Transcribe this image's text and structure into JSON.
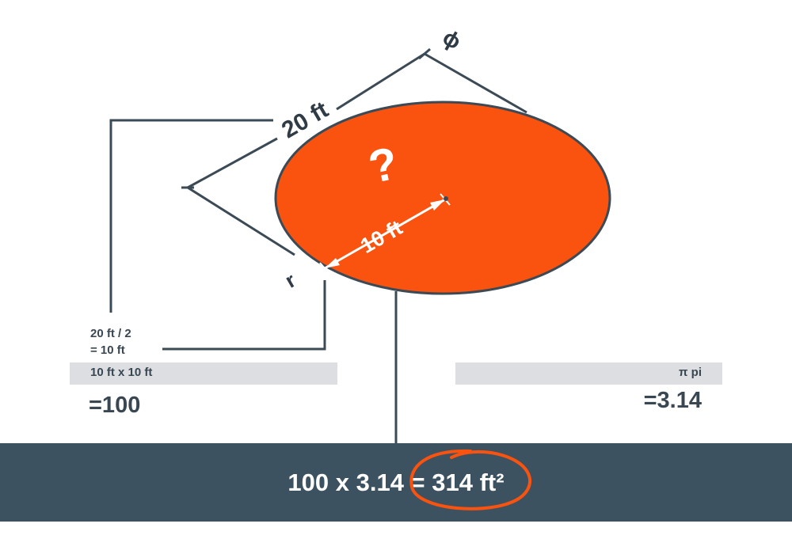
{
  "diagram": {
    "question_mark": "?",
    "diameter_label": "20 ft",
    "phi_symbol": "ɸ",
    "radius_label": "10 ft",
    "radius_symbol": "r",
    "colors": {
      "circle_fill": "#fa520f",
      "outline": "#3b4a55",
      "footer_bg": "#3d5261",
      "highlight": "#fa520f",
      "bar": "#dcdee1"
    }
  },
  "left_panel": {
    "step_line1": "20 ft / 2",
    "step_line2": "= 10 ft",
    "square_expr": "10 ft x 10 ft",
    "square_result": "=100"
  },
  "right_panel": {
    "pi_label": "π pi",
    "pi_value": "=3.14"
  },
  "footer": {
    "equation": "100 x 3.14 = 314 ft²"
  }
}
